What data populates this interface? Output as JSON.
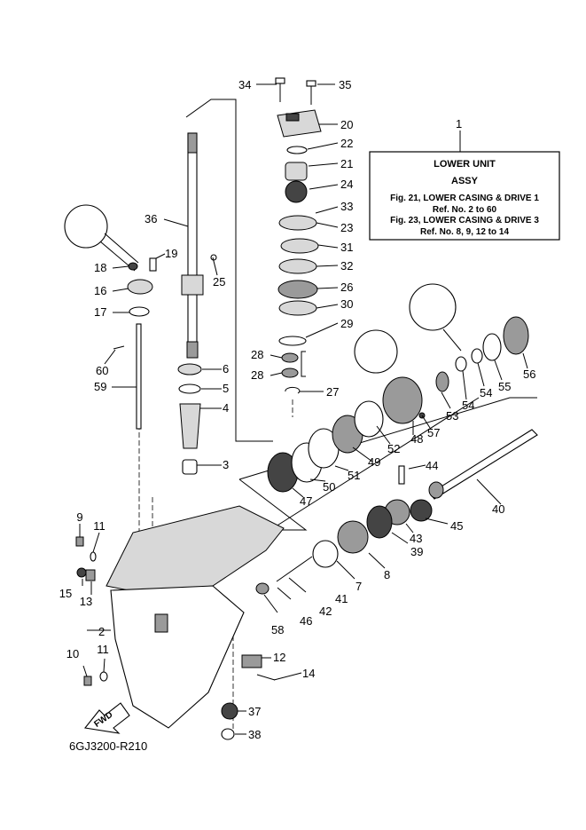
{
  "info_box": {
    "ref_no": "1",
    "title": "LOWER UNIT",
    "subtitle": "ASSY",
    "line1": "Fig. 21, LOWER CASING & DRIVE 1",
    "line2": "Ref. No. 2 to 60",
    "line3": "Fig. 23, LOWER CASING & DRIVE 3",
    "line4": "Ref. No. 8, 9, 12 to 14"
  },
  "drawing_code": "6GJ3200-R210",
  "fwd_label": "FWD",
  "callouts": {
    "c2": "2",
    "c3": "3",
    "c4": "4",
    "c5": "5",
    "c6": "6",
    "c7": "7",
    "c8": "8",
    "c9": "9",
    "c10": "10",
    "c11a": "11",
    "c11b": "11",
    "c12": "12",
    "c13": "13",
    "c14": "14",
    "c15": "15",
    "c16": "16",
    "c17": "17",
    "c18": "18",
    "c19": "19",
    "c20": "20",
    "c21": "21",
    "c22": "22",
    "c23": "23",
    "c24": "24",
    "c25": "25",
    "c26": "26",
    "c27": "27",
    "c28a": "28",
    "c28b": "28",
    "c29": "29",
    "c30": "30",
    "c31": "31",
    "c32": "32",
    "c33": "33",
    "c34": "34",
    "c35": "35",
    "c36": "36",
    "c37": "37",
    "c38": "38",
    "c39": "39",
    "c40": "40",
    "c41": "41",
    "c42": "42",
    "c43": "43",
    "c44": "44",
    "c45": "45",
    "c46": "46",
    "c47": "47",
    "c48": "48",
    "c49": "49",
    "c50": "50",
    "c51": "51",
    "c52": "52",
    "c53": "53",
    "c54a": "54",
    "c54b": "54",
    "c55": "55",
    "c56": "56",
    "c57": "57",
    "c58": "58",
    "c59": "59",
    "c60": "60"
  }
}
